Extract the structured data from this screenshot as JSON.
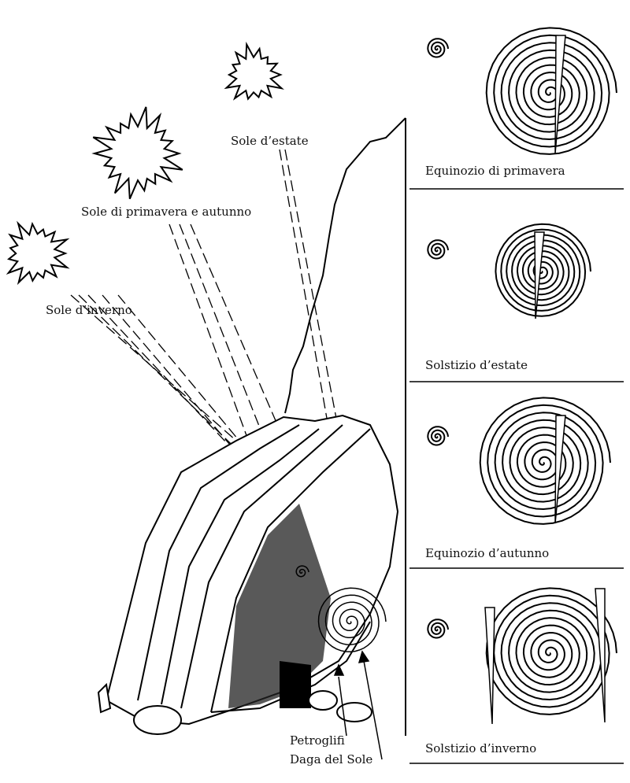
{
  "suns": {
    "summer": "Sole d’estate",
    "spring_autumn": "Sole di primavera e autunno",
    "winter": "Sole d’inverno"
  },
  "panels": [
    {
      "label": "Equinozio di primavera"
    },
    {
      "label": "Solstizio d’estate"
    },
    {
      "label": "Equinozio d’autunno"
    },
    {
      "label": "Solstizio d’inverno"
    }
  ],
  "callouts": {
    "petroglyphs": "Petroglifi",
    "sun_dagger": "Daga del Sole"
  }
}
